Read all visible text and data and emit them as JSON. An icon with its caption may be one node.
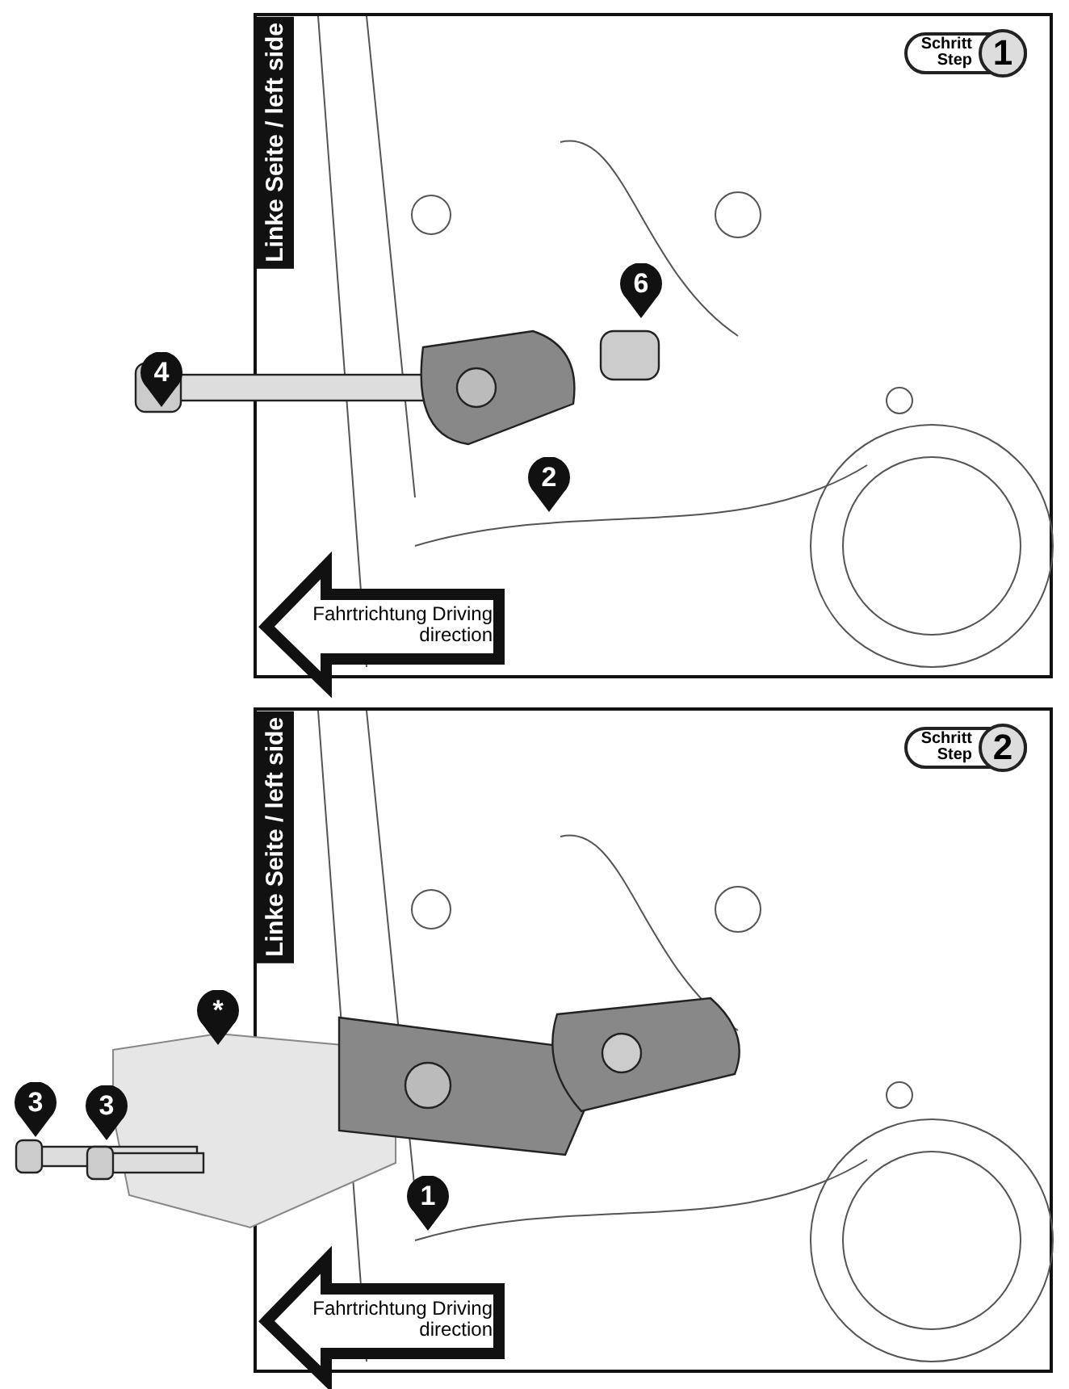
{
  "diagram": {
    "nodes": [
      {
        "text": [
          "Linke Seite / left side"
        ]
      },
      {
        "text": [
          "Schritt Step",
          "1"
        ]
      },
      {
        "text": [
          "Linke Seite / left side"
        ]
      },
      {
        "text": [
          "Schritt Step",
          "2"
        ]
      }
    ],
    "labels": [
      "6",
      "4",
      "2",
      "Fahrtrichtung Driving direction",
      "*",
      "3",
      "3",
      "1",
      "Fahrtrichtung Driving direction"
    ]
  }
}
